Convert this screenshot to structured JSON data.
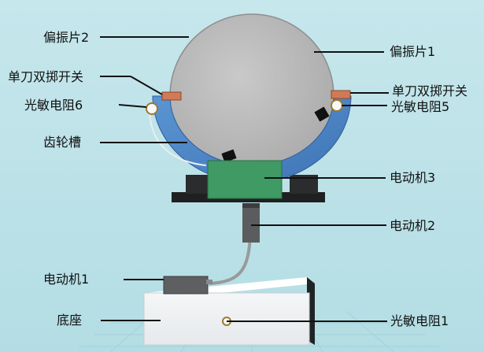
{
  "labels": {
    "polarizer_2": "偏振片2",
    "polarizer_1": "偏振片1",
    "dpdt_switch_left": "单刀双掷开关",
    "dpdt_switch_right": "单刀双掷开关",
    "photoresistor_6": "光敏电阻6",
    "photoresistor_5": "光敏电阻5",
    "gear_groove": "齿轮槽",
    "motor_3": "电动机3",
    "motor_2": "电动机2",
    "motor_1": "电动机1",
    "base": "底座",
    "photoresistor_1": "光敏电阻1"
  },
  "colors": {
    "background": "#bfe3e9",
    "disc": "#b9b9b9",
    "groove": "#4f86c6",
    "motor": "#3f9a63",
    "switch": "#d27a55",
    "base": "#eef0f2"
  }
}
